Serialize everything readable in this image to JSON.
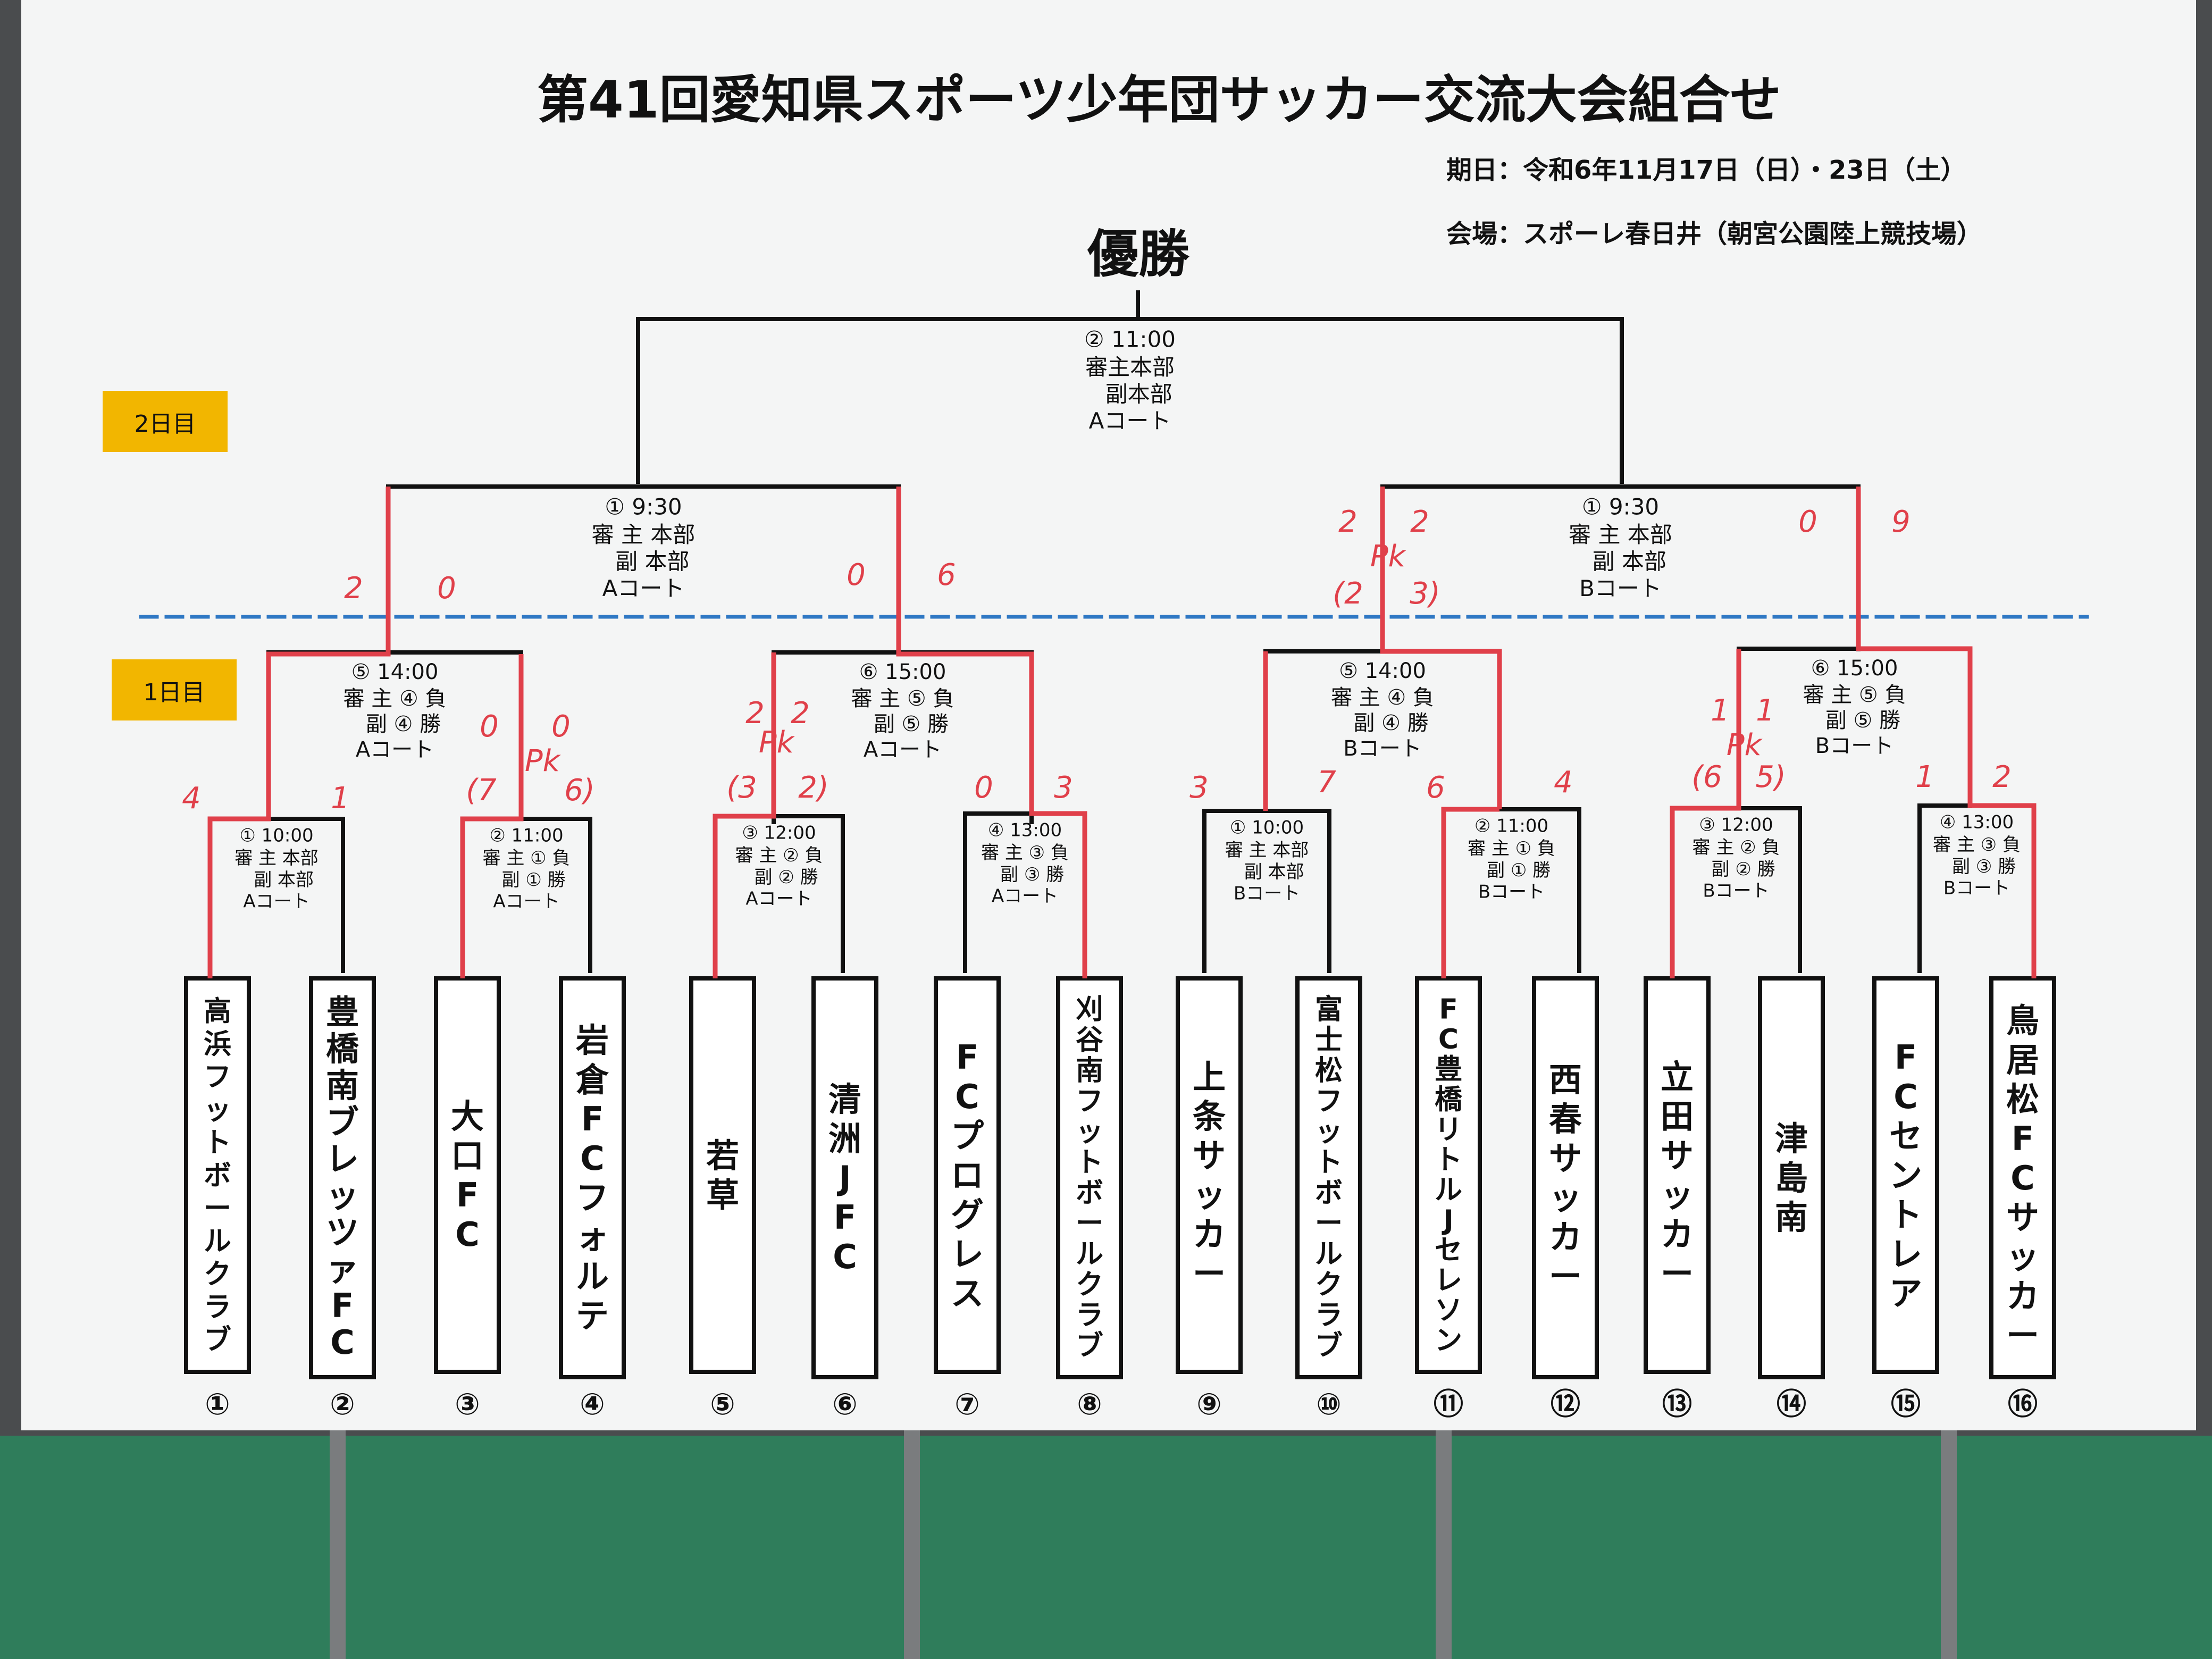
{
  "header": {
    "title": "第41回愛知県スポーツ少年団サッカー交流大会組合せ",
    "date_line": "期日：令和6年11月17日（日）・23日（土）",
    "venue_line": "会場：スポーレ春日井（朝宮公園陸上競技場）",
    "champion_label": "優勝"
  },
  "day_labels": {
    "day2": "2日目",
    "day1": "1日目"
  },
  "final": {
    "no": "②",
    "time": "11:00",
    "referee_main": "審主本部",
    "referee_sub": "副本部",
    "court": "Aコート"
  },
  "semifinals": [
    {
      "no": "①",
      "time": "9:30",
      "referee_main": "審 主 本部",
      "referee_sub": "副 本部",
      "court": "Aコート"
    },
    {
      "no": "①",
      "time": "9:30",
      "referee_main": "審 主 本部",
      "referee_sub": "副 本部",
      "court": "Bコート"
    }
  ],
  "quarterfinals": [
    {
      "no": "⑤",
      "time": "14:00",
      "referee_main": "審 主 ④ 負",
      "referee_sub": "副 ④ 勝",
      "court": "Aコート"
    },
    {
      "no": "⑥",
      "time": "15:00",
      "referee_main": "審 主 ⑤ 負",
      "referee_sub": "副 ⑤ 勝",
      "court": "Aコート"
    },
    {
      "no": "⑤",
      "time": "14:00",
      "referee_main": "審 主 ④ 負",
      "referee_sub": "副 ④ 勝",
      "court": "Bコート"
    },
    {
      "no": "⑥",
      "time": "15:00",
      "referee_main": "審 主 ⑤ 負",
      "referee_sub": "副 ⑤ 勝",
      "court": "Bコート"
    }
  ],
  "first_round": [
    {
      "no": "①",
      "time": "10:00",
      "referee_main": "審 主 本部",
      "referee_sub": "副 本部",
      "court": "Aコート"
    },
    {
      "no": "②",
      "time": "11:00",
      "referee_main": "審 主 ① 負",
      "referee_sub": "副 ① 勝",
      "court": "Aコート"
    },
    {
      "no": "③",
      "time": "12:00",
      "referee_main": "審 主 ② 負",
      "referee_sub": "副 ② 勝",
      "court": "Aコート"
    },
    {
      "no": "④",
      "time": "13:00",
      "referee_main": "審 主 ③ 負",
      "referee_sub": "副 ③ 勝",
      "court": "Aコート"
    },
    {
      "no": "①",
      "time": "10:00",
      "referee_main": "審 主 本部",
      "referee_sub": "副 本部",
      "court": "Bコート"
    },
    {
      "no": "②",
      "time": "11:00",
      "referee_main": "審 主 ① 負",
      "referee_sub": "副 ① 勝",
      "court": "Bコート"
    },
    {
      "no": "③",
      "time": "12:00",
      "referee_main": "審 主 ② 負",
      "referee_sub": "副 ② 勝",
      "court": "Bコート"
    },
    {
      "no": "④",
      "time": "13:00",
      "referee_main": "審 主 ③ 負",
      "referee_sub": "副 ③ 勝",
      "court": "Bコート"
    }
  ],
  "teams": [
    {
      "seed": "①",
      "name": "高浜フットボールクラブ"
    },
    {
      "seed": "②",
      "name": "豊橋南ブレッツァFC"
    },
    {
      "seed": "③",
      "name": "大口FC"
    },
    {
      "seed": "④",
      "name": "岩倉FCフォルテ"
    },
    {
      "seed": "⑤",
      "name": "若草"
    },
    {
      "seed": "⑥",
      "name": "清洲JFC"
    },
    {
      "seed": "⑦",
      "name": "FCプログレス"
    },
    {
      "seed": "⑧",
      "name": "刈谷南フットボールクラブ"
    },
    {
      "seed": "⑨",
      "name": "上条サッカー"
    },
    {
      "seed": "⑩",
      "name": "富士松フットボールクラブ"
    },
    {
      "seed": "⑪",
      "name": "FC豊橋リトルJセレソン"
    },
    {
      "seed": "⑫",
      "name": "西春サッカー"
    },
    {
      "seed": "⑬",
      "name": "立田サッカー"
    },
    {
      "seed": "⑭",
      "name": "津島南"
    },
    {
      "seed": "⑮",
      "name": "FCセントレア"
    },
    {
      "seed": "⑯",
      "name": "鳥居松FCサッカー"
    }
  ],
  "handwritten_scores": [
    {
      "text": "4"
    },
    {
      "text": "1"
    },
    {
      "text": "(7"
    },
    {
      "text": "6)"
    },
    {
      "text": "0"
    },
    {
      "text": "0"
    },
    {
      "text": "Pk"
    },
    {
      "text": "2"
    },
    {
      "text": "0"
    },
    {
      "text": "0"
    },
    {
      "text": "6"
    },
    {
      "text": "(3"
    },
    {
      "text": "2)"
    },
    {
      "text": "2"
    },
    {
      "text": "2"
    },
    {
      "text": "Pk"
    },
    {
      "text": "0"
    },
    {
      "text": "3"
    },
    {
      "text": "3"
    },
    {
      "text": "7"
    },
    {
      "text": "6"
    },
    {
      "text": "4"
    },
    {
      "text": "2"
    },
    {
      "text": "2"
    },
    {
      "text": "Pk"
    },
    {
      "text": "(2"
    },
    {
      "text": "3)"
    },
    {
      "text": "0"
    },
    {
      "text": "9"
    },
    {
      "text": "(6"
    },
    {
      "text": "5)"
    },
    {
      "text": "1"
    },
    {
      "text": "1"
    },
    {
      "text": "Pk"
    },
    {
      "text": "1"
    },
    {
      "text": "2"
    }
  ],
  "colors": {
    "ink": "#111111",
    "winner_line": "#e0404a",
    "day_label": "#f2b600",
    "divider": "#2f78c4"
  }
}
